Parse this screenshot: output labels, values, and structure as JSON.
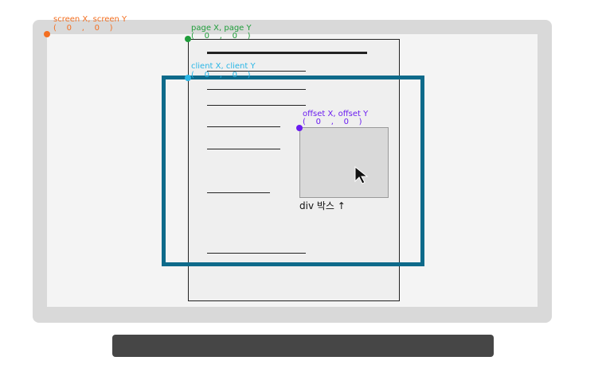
{
  "colors": {
    "screen": "#f36f21",
    "page": "#1f9d3a",
    "client": "#29b6e6",
    "offset": "#6a1bf0",
    "viewport_border": "#0e6a8a"
  },
  "labels": {
    "screen": {
      "title": "screen X, screen Y",
      "coords": "(    0    ,    0    )"
    },
    "page": {
      "title": "page X, page Y",
      "coords": "(    0    ,    0    )"
    },
    "client": {
      "title": "client X, client Y",
      "coords": "(    0    ,    0    )"
    },
    "offset": {
      "title": "offset X, offset Y",
      "coords": "(    0    ,    0    )"
    }
  },
  "div_box_label": "div 박스 ↑",
  "icons": {
    "cursor": "mouse-pointer-icon"
  }
}
